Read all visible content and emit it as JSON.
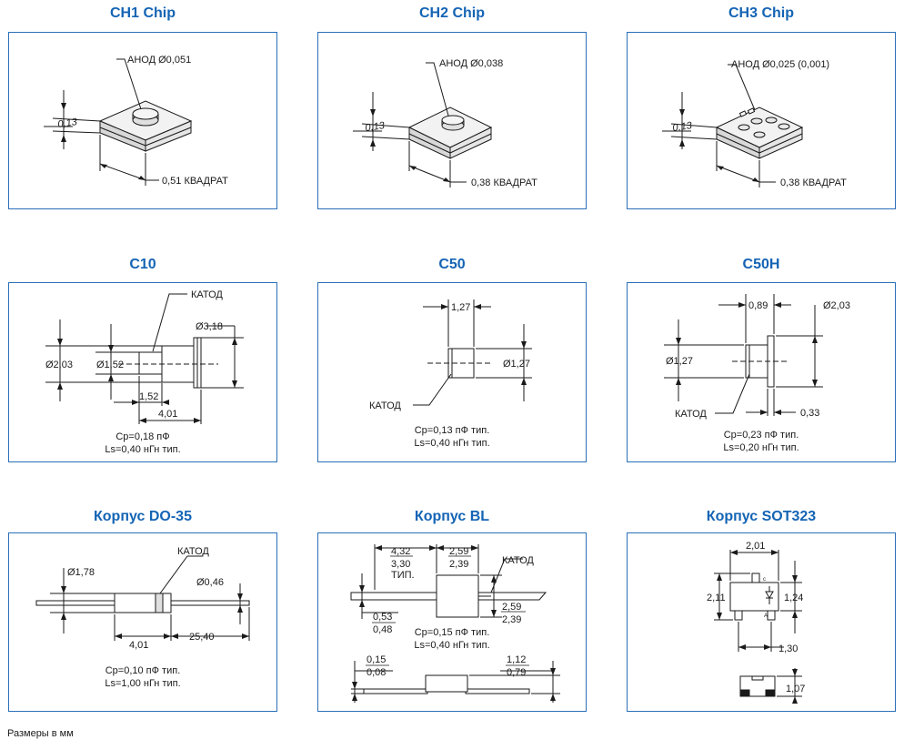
{
  "colors": {
    "title": "#1464b4",
    "border": "#2a6fb8"
  },
  "ch1": {
    "title": "CH1 Chip",
    "anode": "АНОД Ø0,051",
    "height": "0,13",
    "size": "0,51 КВАДРАТ"
  },
  "ch2": {
    "title": "CH2 Chip",
    "anode": "АНОД Ø0,038",
    "height": "0,13",
    "size": "0,38 КВАДРАТ"
  },
  "ch3": {
    "title": "CH3 Chip",
    "anode": "АНОД Ø0,025 (0,001)",
    "height": "0,13",
    "size": "0,38 КВАДРАТ"
  },
  "c10": {
    "title": "C10",
    "cathode": "КАТОД",
    "d_body": "Ø2,03",
    "d_pin": "Ø1,52",
    "d_flange": "Ø3,18",
    "len_pin": "1,52",
    "len_total": "4,01",
    "note1": "Cp=0,18 пФ",
    "note2": "Ls=0,40 нГн тип."
  },
  "c50": {
    "title": "C50",
    "cathode": "КАТОД",
    "width": "1,27",
    "diam": "Ø1,27",
    "note1": "Cp=0,13 пФ тип.",
    "note2": "Ls=0,40 нГн тип."
  },
  "c50h": {
    "title": "C50H",
    "cathode": "КАТОД",
    "width": "0,89",
    "diam": "Ø1,27",
    "d_flange": "Ø2,03",
    "flange": "0,33",
    "note1": "Cp=0,23 пФ тип.",
    "note2": "Ls=0,20 нГн тип."
  },
  "do35": {
    "title": "Корпус DO-35",
    "cathode": "КАТОД",
    "d_body": "Ø1,78",
    "d_lead": "Ø0,46",
    "len_body": "4,01",
    "len_lead": "25,40",
    "note1": "Cp=0,10 пФ тип.",
    "note2": "Ls=1,00 нГн тип."
  },
  "bl": {
    "title": "Корпус BL",
    "cathode": "КАТОД",
    "w1a": "4,32",
    "w1b": "3,30",
    "w1c": "ТИП.",
    "w2a": "2,59",
    "w2b": "2,39",
    "h2a": "2,59",
    "h2b": "2,39",
    "t1a": "0,53",
    "t1b": "0,48",
    "t2a": "0,15",
    "t2b": "0,08",
    "t3a": "1,12",
    "t3b": "0,79",
    "note1": "Cp=0,15 пФ тип.",
    "note2": "Ls=0,40 нГн тип."
  },
  "sot": {
    "title": "Корпус SOT323",
    "w_top": "2,01",
    "h_left": "2,11",
    "h_right": "1,24",
    "w_bottom": "1,30",
    "h_side": "1,07",
    "pin_c": "c",
    "pin_a": "A"
  },
  "footer": "Размеры в мм"
}
